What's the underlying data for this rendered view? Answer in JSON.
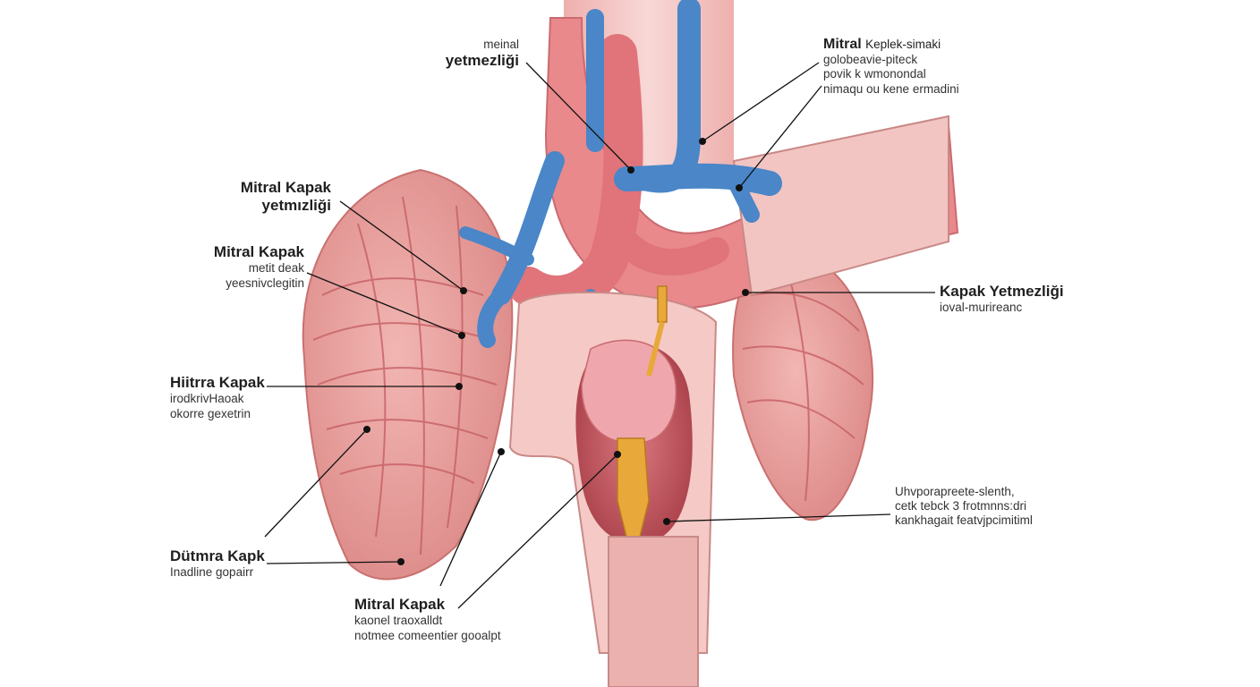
{
  "colors": {
    "artery": "#e07b7f",
    "artery_dark": "#c95a60",
    "vein": "#4a86c8",
    "vein_dark": "#2f6aa8",
    "tissue": "#f3c3c0",
    "tissue_light": "#f9dcda",
    "lung": "#e89a98",
    "valve": "#e8a93a",
    "line": "#111111"
  },
  "labels": {
    "top_center": {
      "title": "meinal",
      "subtitle": "yetmezliği"
    },
    "top_right": {
      "title": "Mitral",
      "lines": [
        "Keplek-simaki",
        "golobeavie-piteck",
        "povik k wmonondal",
        "nimaqu ou kene ermadini"
      ]
    },
    "left_1": {
      "title": "Mitral Kapak",
      "subtitle": "yetmızliği"
    },
    "left_2": {
      "title": "Mitral Kapak",
      "lines": [
        "metit deak",
        "yeesnivclegitin"
      ]
    },
    "left_3": {
      "title": "Hiitrra Kapak",
      "lines": [
        "irodkrivHaoak",
        "okorre gexetrin"
      ]
    },
    "left_4": {
      "title": "Dütmra Kapk",
      "lines": [
        "Inadline gopairr"
      ]
    },
    "bottom_center": {
      "title": "Mitral Kapak",
      "lines": [
        "kaonel traoxalldt",
        "notmee comeentier gooalpt"
      ]
    },
    "right_1": {
      "title": "Kapak Yetmezliği",
      "lines": [
        "ioval-murireanc"
      ]
    },
    "right_2": {
      "lines": [
        "Uhvporapreete-slenth,",
        "cetk tebck 3 frotmnns:dri",
        "kankhagait featvjpcimitiml"
      ]
    }
  }
}
